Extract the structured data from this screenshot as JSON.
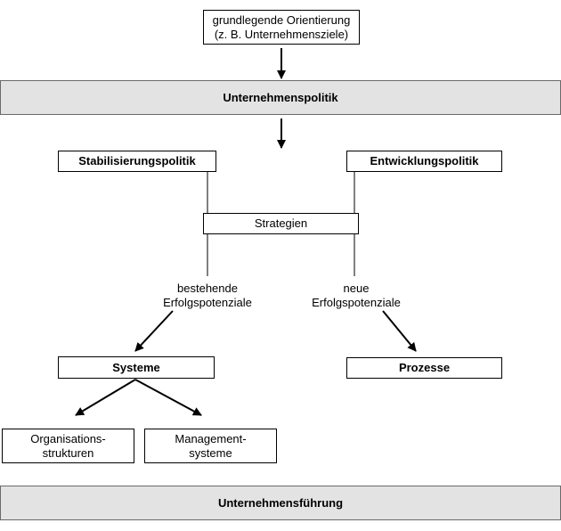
{
  "orientation": {
    "text": "grundlegende Orientierung\n(z. B. Unternehmensziele)"
  },
  "policy_band": {
    "label": "Unternehmenspolitik"
  },
  "stabilization": {
    "label": "Stabilisierungspolitik"
  },
  "development": {
    "label": "Entwicklungspolitik"
  },
  "strategies": {
    "label": "Strategien"
  },
  "existing_potentials": {
    "text": "bestehende\nErfolgspotenziale"
  },
  "new_potentials": {
    "text": "neue\nErfolgspotenziale"
  },
  "systems": {
    "label": "Systeme"
  },
  "processes": {
    "label": "Prozesse"
  },
  "org_structures": {
    "text": "Organisations-\nstrukturen"
  },
  "mgmt_systems": {
    "text": "Management-\nsysteme"
  },
  "leadership_band": {
    "label": "Unternehmensführung"
  },
  "colors": {
    "band_fill": "#e3e3e3",
    "band_border": "#6a6a6a",
    "line": "#000000"
  }
}
